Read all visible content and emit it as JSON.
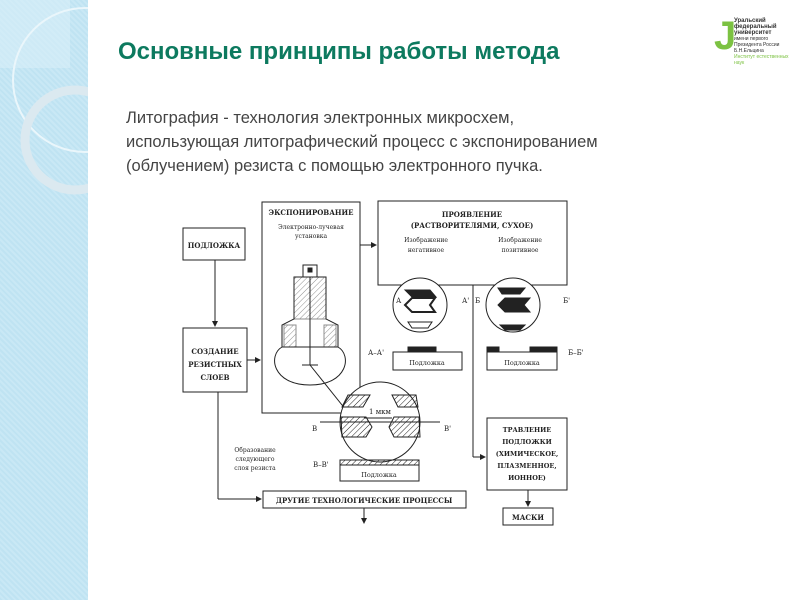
{
  "slide": {
    "title": "Основные принципы работы метода",
    "body_lines": [
      "Литография  - технология электронных микросхем,",
      "использующая литографический процесс с экспонированием",
      "(облучением) резиста с помощью электронного пучка."
    ]
  },
  "logo": {
    "name": "Уральский федеральный университет",
    "subtitle": "имени первого Президента России Б.Н.Ельцина",
    "institute": "Институт естественных наук",
    "color": "#7cc242"
  },
  "diagram": {
    "substrate": "ПОДЛОЖКА",
    "resist_layers": [
      "СОЗДАНИЕ",
      "РЕЗИСТНЫХ",
      "СЛОЕВ"
    ],
    "exposure": "ЭКСПОНИРОВАНИЕ",
    "exposure_sub": [
      "Электронно-лучевая",
      "установка"
    ],
    "development": [
      "ПРОЯВЛЕНИЕ",
      "(РАСТВОРИТЕЛЯМИ, СУХОЕ)"
    ],
    "negative": [
      "Изображение",
      "негативное"
    ],
    "positive": [
      "Изображение",
      "позитивное"
    ],
    "label_a": "А",
    "label_a2": "А'",
    "label_b": "Б",
    "label_b2": "Б'",
    "section_aa": "А–А'",
    "section_bb": "Б–Б'",
    "section_vv": "В–В'",
    "label_v": "В",
    "label_v2": "В'",
    "podlozhka_small": "Подложка",
    "scale": "1 мкм",
    "next_layer": [
      "Образование",
      "следующего",
      "слоя резиста"
    ],
    "etching": [
      "ТРАВЛЕНИЕ",
      "ПОДЛОЖКИ",
      "(ХИМИЧЕСКОЕ,",
      "ПЛАЗМЕННОЕ,",
      "ИОННОЕ)"
    ],
    "masks": "МАСКИ",
    "other": "ДРУГИЕ ТЕХНОЛОГИЧЕСКИЕ ПРОЦЕССЫ"
  }
}
